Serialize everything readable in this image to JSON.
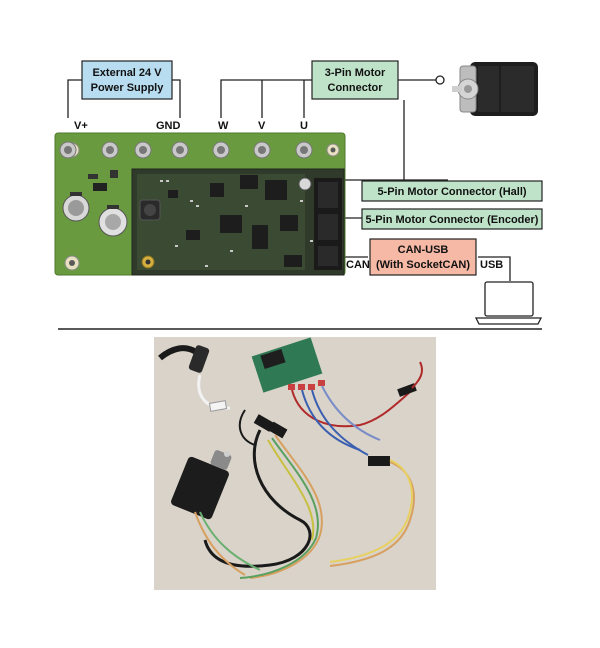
{
  "labels": {
    "power_supply_line1": "External 24 V",
    "power_supply_line2": "Power Supply",
    "motor_connector_line1": "3-Pin Motor",
    "motor_connector_line2": "Connector",
    "pin_vplus": "V+",
    "pin_gnd": "GND",
    "pin_w": "W",
    "pin_v": "V",
    "pin_u": "U",
    "hall_connector": "5-Pin Motor Connector (Hall)",
    "encoder_connector": "5-Pin Motor Connector (Encoder)",
    "can_usb_line1": "CAN-USB",
    "can_usb_line2": "(With SocketCAN)",
    "can_port": "CAN",
    "usb": "USB"
  },
  "colors": {
    "power_supply_box": "#b8dcf0",
    "connector_box": "#bfe3c9",
    "can_usb_box": "#f6b9a6",
    "pcb_green": "#6a9a40",
    "daughterboard": "#2f3a2a",
    "photo_bg": "#d9d3c9"
  },
  "icons": [
    "stepper-motor-icon",
    "laptop-icon",
    "pcb-board-photo",
    "wiring-photo"
  ]
}
